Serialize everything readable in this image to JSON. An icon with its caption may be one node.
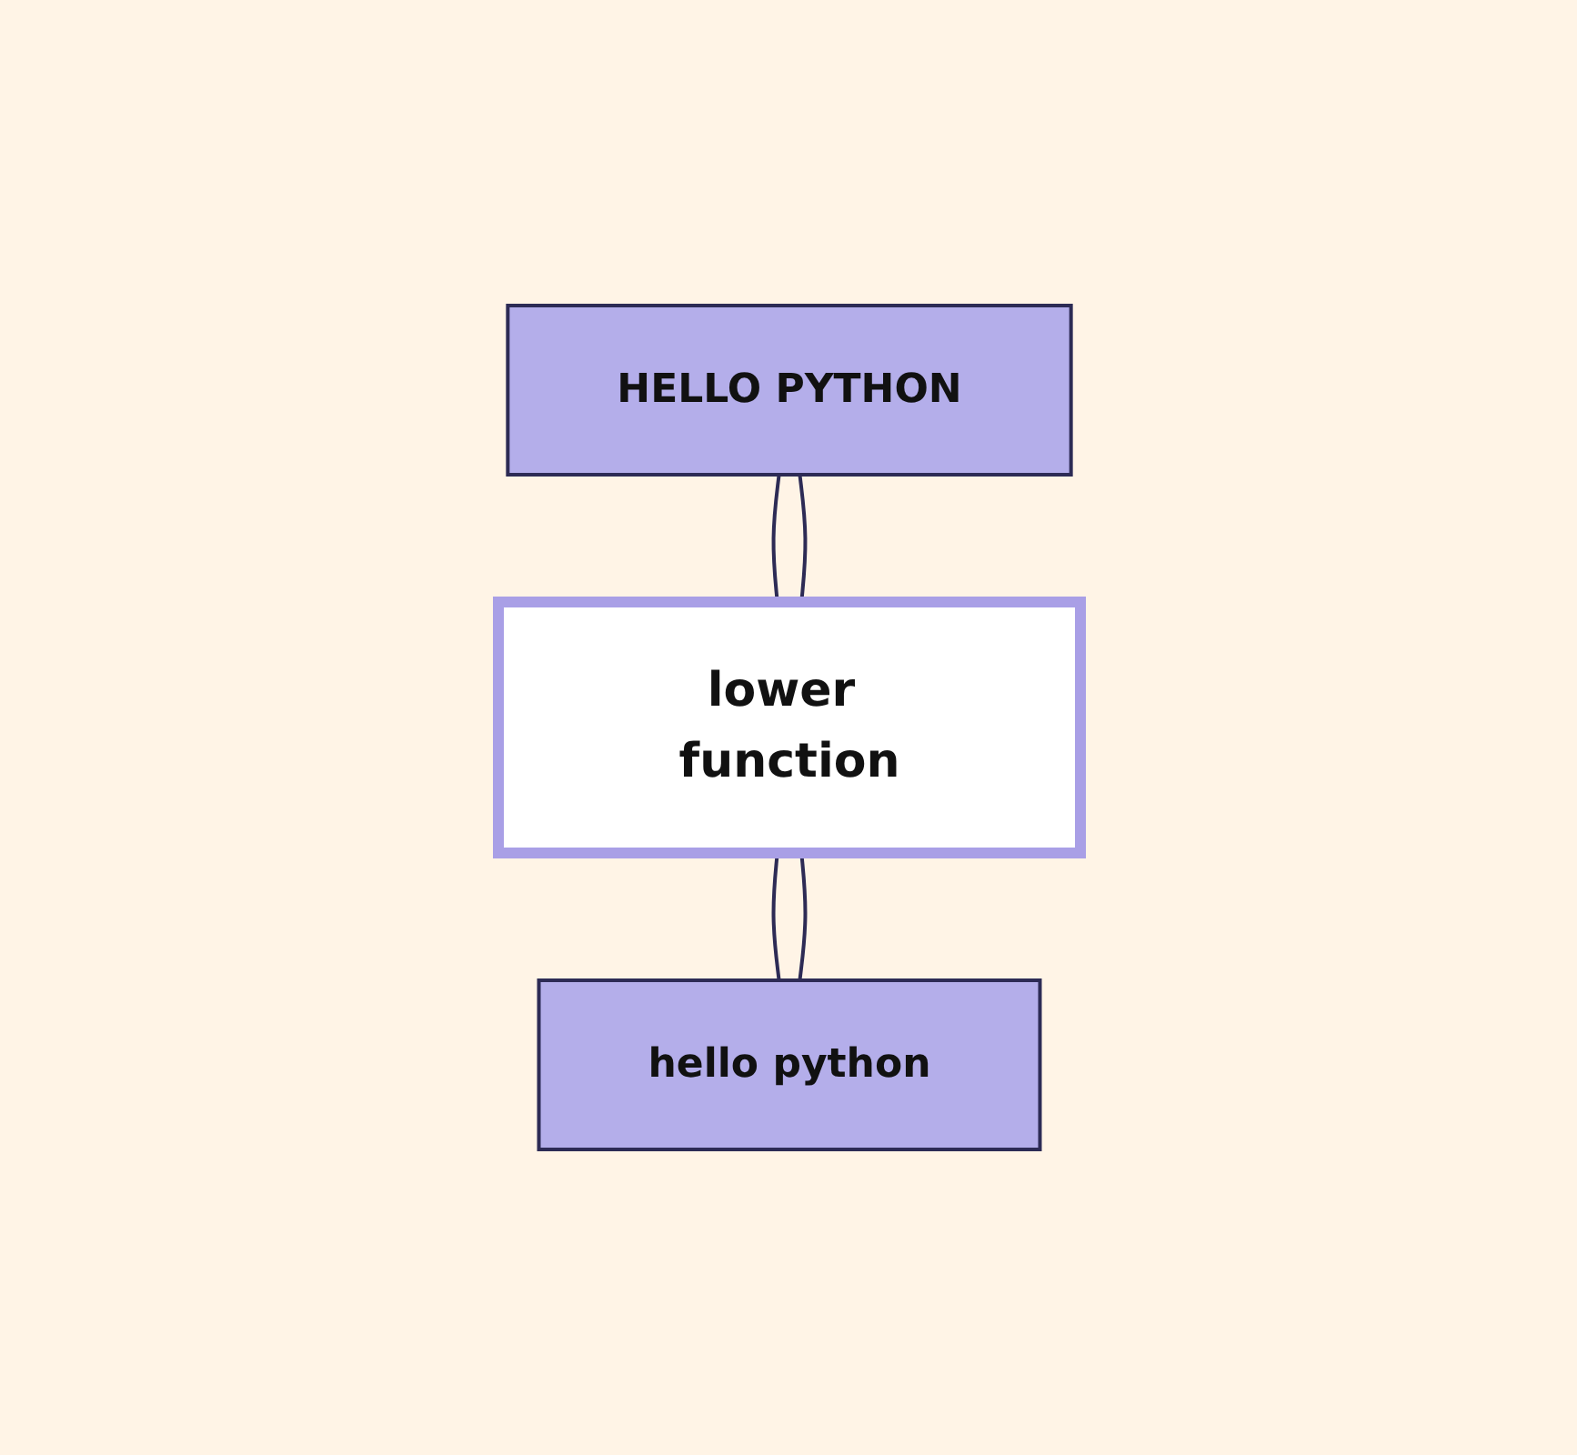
{
  "diagram": {
    "nodes": [
      {
        "text": [
          "HELLO PYTHON"
        ]
      },
      {
        "text": [
          "lower function"
        ]
      },
      {
        "text": [
          "hello python"
        ]
      }
    ],
    "edges": [
      {
        "from": 0,
        "to": 1,
        "arrow": "none"
      },
      {
        "from": 0,
        "to": 1,
        "arrow": "none"
      },
      {
        "from": 1,
        "to": 2,
        "arrow": "none"
      },
      {
        "from": 1,
        "to": 2,
        "arrow": "none"
      }
    ]
  }
}
